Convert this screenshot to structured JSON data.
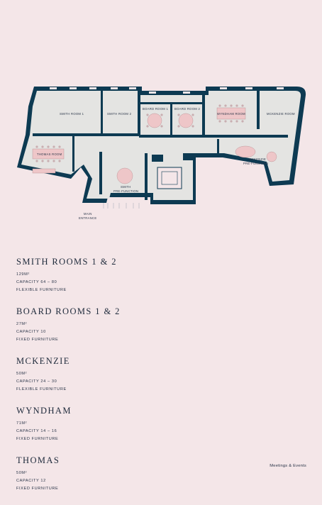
{
  "floorplan": {
    "labels": {
      "smith_room_1": "SMITH ROOM 1",
      "smith_room_2": "SMITH ROOM 2",
      "board_room_1": "BOARD ROOM 1",
      "board_room_2": "BOARD ROOM 2",
      "wyndham_room": "WYNDHAM ROOM",
      "mckenzie_room": "MCKENZIE ROOM",
      "thomas_room": "THOMAS ROOM",
      "mckenzie_pre_1": "MCKENZIE",
      "mckenzie_pre_2": "PRE-FUNCTION",
      "smith_pre_1": "SMITH",
      "smith_pre_2": "PRE-FUNCTION",
      "main_entrance_1": "MAIN",
      "main_entrance_2": "ENTRANCE"
    },
    "colors": {
      "wall": "#0d3a52",
      "floor": "#e4e4e2",
      "furniture": "#eec6c8",
      "background": "#f4e6e8"
    }
  },
  "rooms": [
    {
      "name": "SMITH ROOMS 1 & 2",
      "area": "129M²",
      "capacity": "CAPACITY 64 – 80",
      "furniture": "FLEXIBLE FURNITURE"
    },
    {
      "name": "BOARD ROOMS 1 & 2",
      "area": "27M²",
      "capacity": "CAPACITY 10",
      "furniture": "FIXED FURNITURE"
    },
    {
      "name": "MCKENZIE",
      "area": "50M²",
      "capacity": "CAPACITY 24 – 30",
      "furniture": "FLEXIBLE FURNITURE"
    },
    {
      "name": "WYNDHAM",
      "area": "71M²",
      "capacity": "CAPACITY 14 – 16",
      "furniture": "FIXED FURNITURE"
    },
    {
      "name": "THOMAS",
      "area": "50M²",
      "capacity": "CAPACITY 12",
      "furniture": "FIXED FURNITURE"
    }
  ],
  "footer": "Meetings & Events"
}
